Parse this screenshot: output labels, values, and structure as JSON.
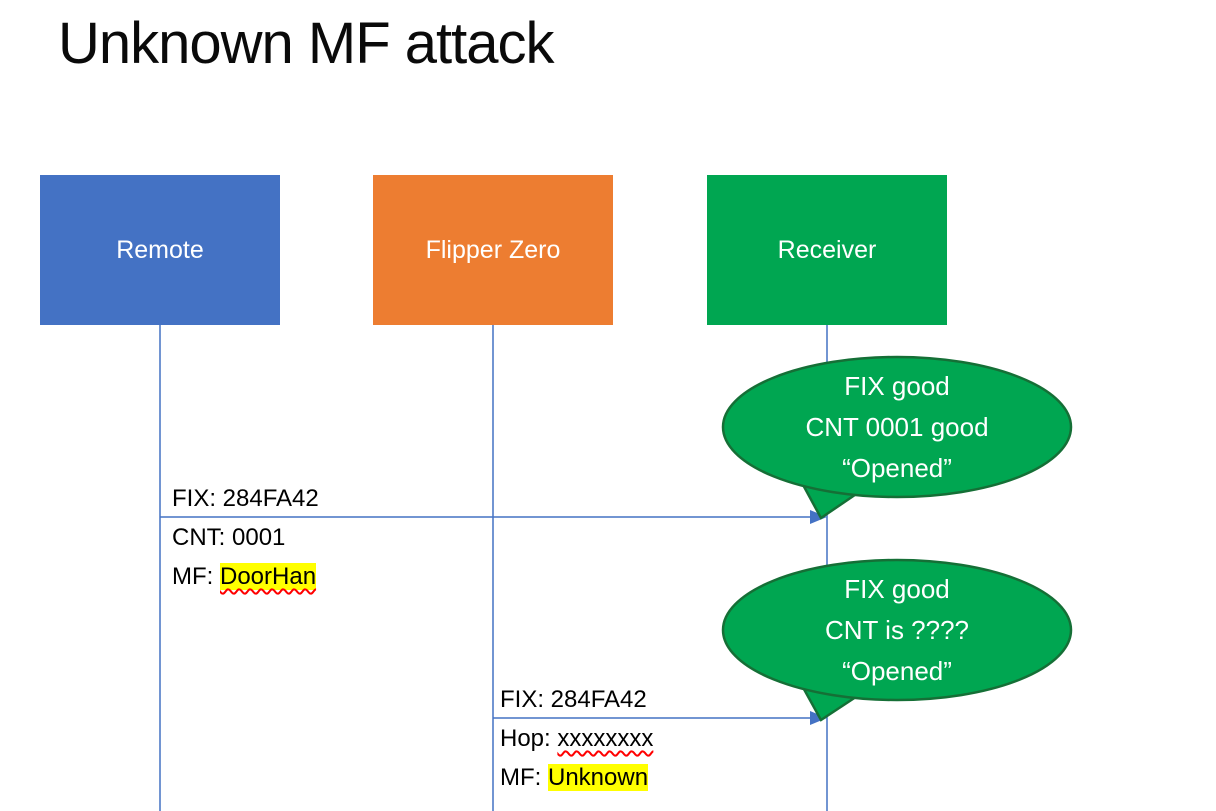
{
  "title": "Unknown MF attack",
  "actors": [
    {
      "label": "Remote"
    },
    {
      "label": "Flipper Zero"
    },
    {
      "label": "Receiver"
    }
  ],
  "messages": [
    {
      "fix": "FIX: 284FA42",
      "cnt": "CNT: 0001",
      "mf_label": "MF: ",
      "mf_value": "DoorHan"
    },
    {
      "fix": "FIX: 284FA42",
      "hop_label": "Hop: ",
      "hop_value": "xxxxxxxx",
      "mf_label": "MF: ",
      "mf_value": "Unknown"
    }
  ],
  "callouts": [
    {
      "lines": [
        "FIX good",
        "CNT 0001 good",
        "“Opened”"
      ]
    },
    {
      "lines": [
        "FIX good",
        "CNT is ????",
        "“Opened”"
      ]
    }
  ],
  "colors": {
    "blue": "#4472C4",
    "orange": "#ED7D31",
    "green": "#00A651",
    "green-dark": "#156F36",
    "line": "#4472C4",
    "highlight": "#FFFF00",
    "alert": "#FF0000",
    "ink": "#000000"
  }
}
